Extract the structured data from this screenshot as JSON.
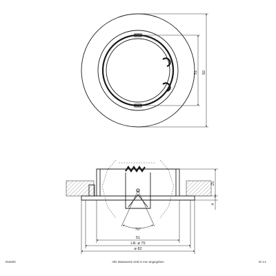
{
  "top_view": {
    "dim_inner": "51",
    "dim_outer": "82"
  },
  "side_view": {
    "dim_height": "25",
    "dim_flange": "4",
    "dim_angle": "70°",
    "dim_51": "51",
    "dim_cutout": "LA: ø 75",
    "dim_outer": "ø 82"
  },
  "footer": {
    "left": "919200",
    "center": "Alle Masswerte sind in mm angegeben",
    "right": "M 1:1"
  }
}
